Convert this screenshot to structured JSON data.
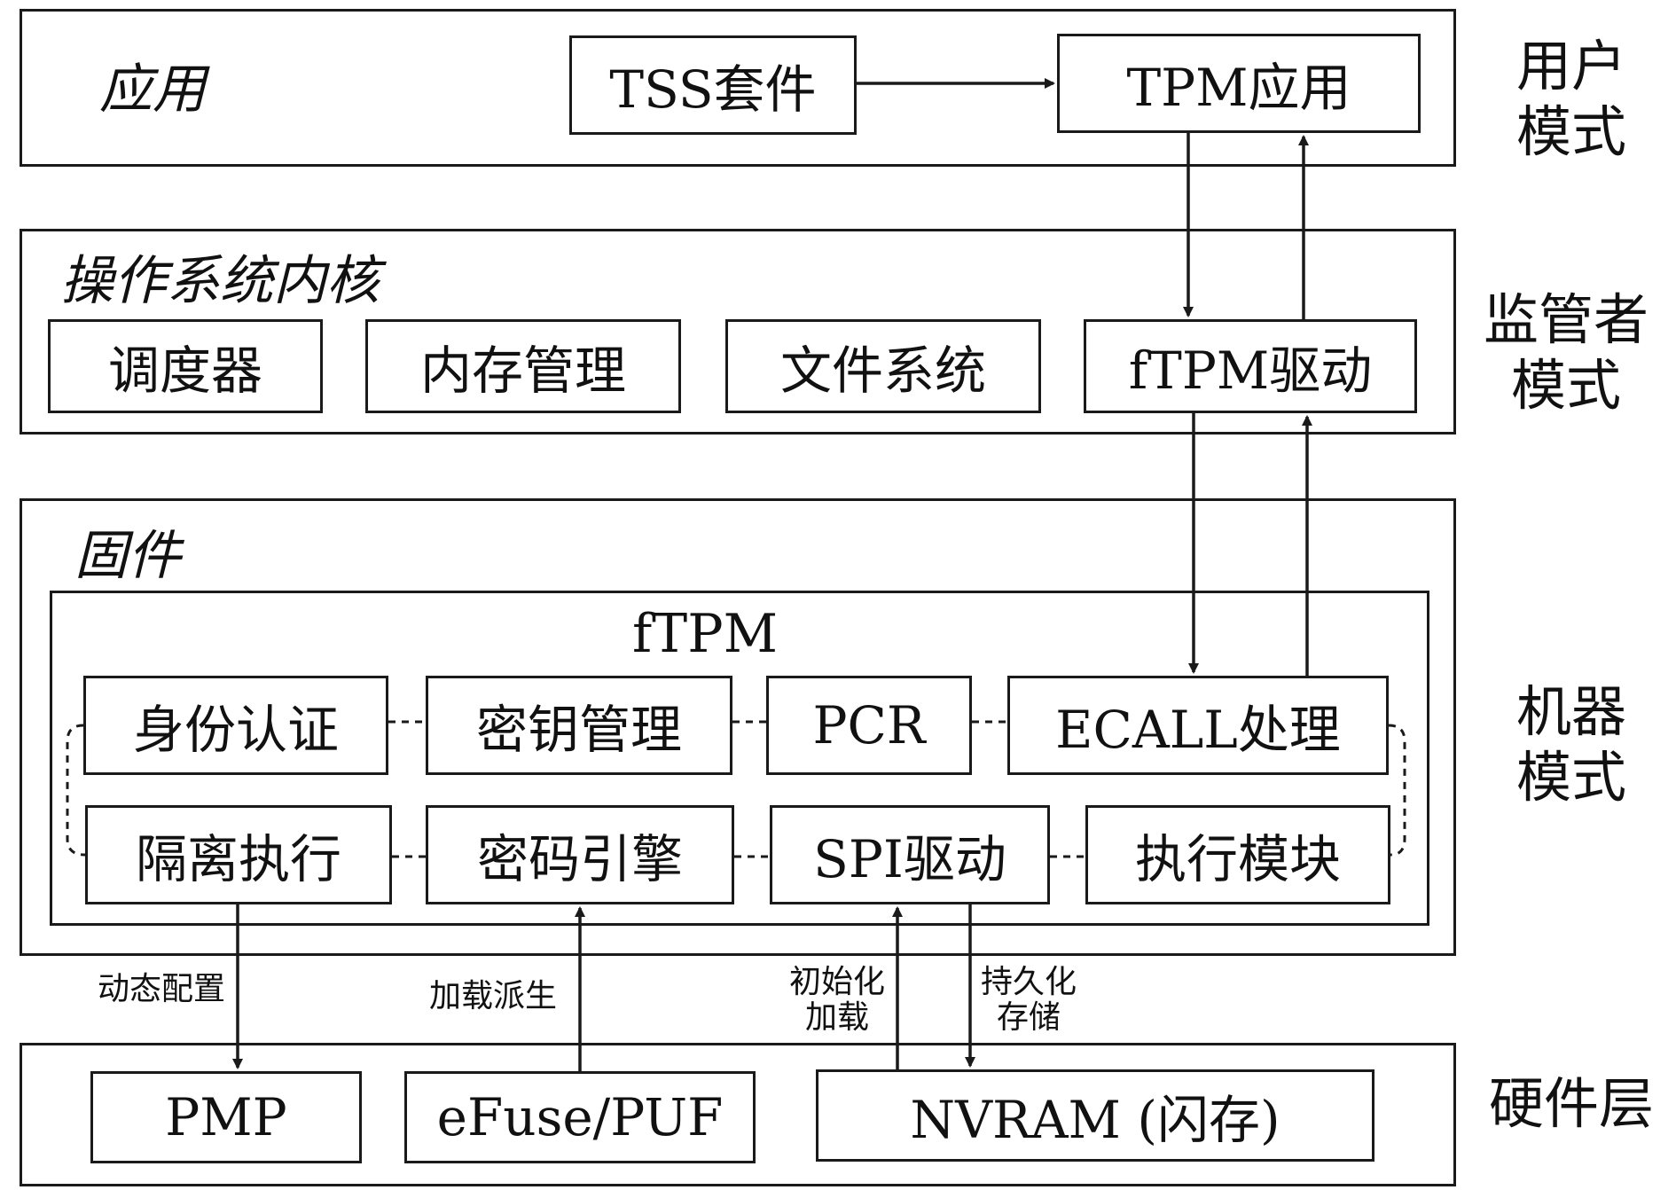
{
  "layers": {
    "app": {
      "title": "应用",
      "tss": "TSS套件",
      "tpm_app": "TPM应用"
    },
    "kernel": {
      "title": "操作系统内核",
      "scheduler": "调度器",
      "memory": "内存管理",
      "filesystem": "文件系统",
      "driver": "fTPM驱动"
    },
    "firmware": {
      "title": "固件",
      "ftpm": {
        "title": "fTPM",
        "row1": [
          "身份认证",
          "密钥管理",
          "PCR",
          "ECALL处理"
        ],
        "row2": [
          "隔离执行",
          "密码引擎",
          "SPI驱动",
          "执行模块"
        ]
      }
    },
    "hardware": {
      "pmp": "PMP",
      "efuse": "eFuse/PUF",
      "nvram": "NVRAM (闪存)"
    }
  },
  "modes": {
    "user": [
      "用户",
      "模式"
    ],
    "supervisor": [
      "监管者",
      "模式"
    ],
    "machine": [
      "机器",
      "模式"
    ],
    "hardware": "硬件层"
  },
  "edge_labels": {
    "dynamic_config": "动态配置",
    "load_derive": "加载派生",
    "init_load": [
      "初始化",
      "加载"
    ],
    "persist_store": [
      "持久化",
      "存储"
    ]
  }
}
